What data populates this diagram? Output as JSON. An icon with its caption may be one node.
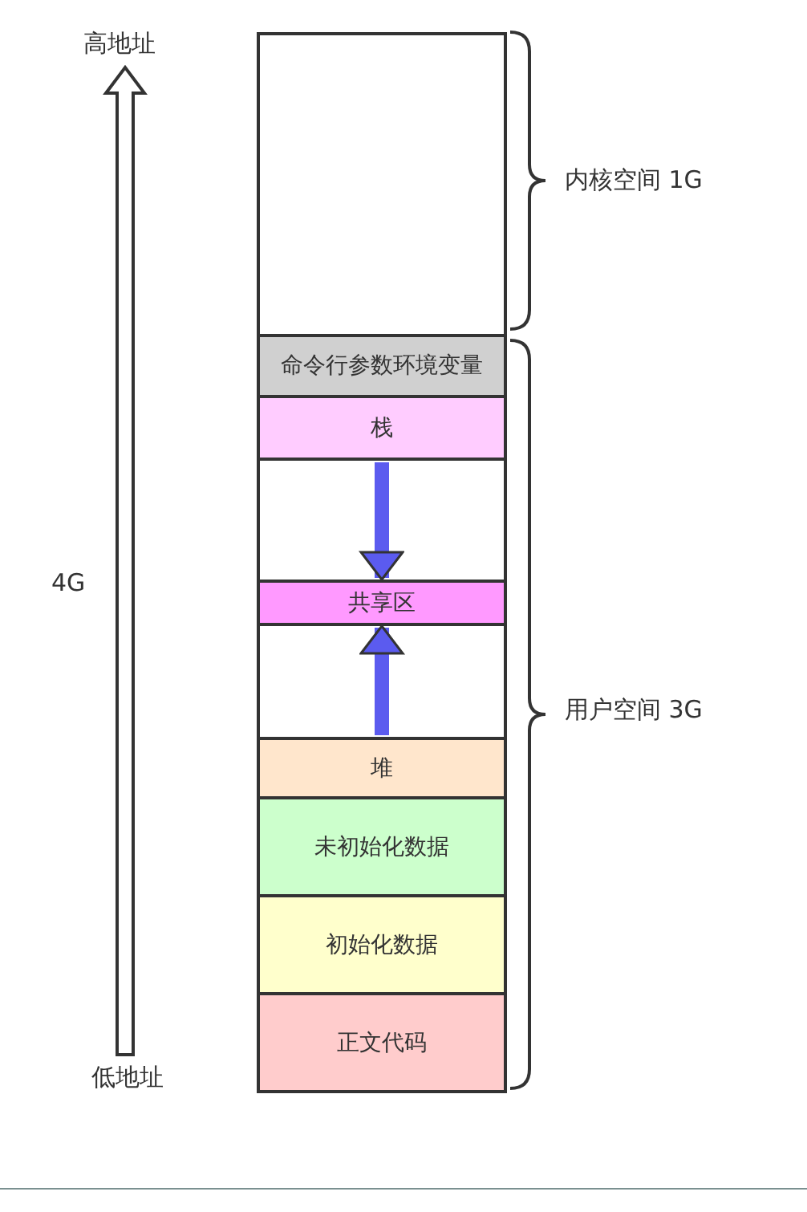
{
  "diagram": {
    "nodes": [
      {
        "text": [],
        "shape": "box"
      },
      {
        "text": [
          "命令行参数环境变量"
        ]
      },
      {
        "text": [
          "栈"
        ]
      },
      {
        "text": [
          "共享区"
        ]
      },
      {
        "text": [
          "堆"
        ]
      },
      {
        "text": [
          "未初始化数据"
        ]
      },
      {
        "text": [
          "初始化数据"
        ]
      },
      {
        "text": [
          "正文代码"
        ]
      }
    ],
    "edges": [
      {
        "from": 2,
        "to": 3,
        "arrow": "to"
      },
      {
        "from": 4,
        "to": 3,
        "arrow": "to"
      }
    ],
    "labels": [
      "高地址",
      "内核空间 1G",
      "4G",
      "用户空间 3G",
      "低地址"
    ]
  }
}
